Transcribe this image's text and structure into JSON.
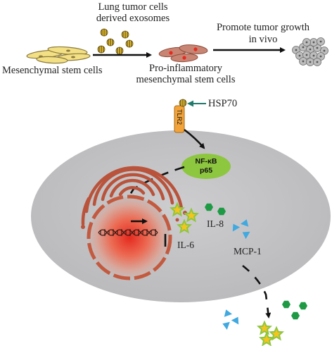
{
  "labels": {
    "exosomes_line1": "Lung tumor cells",
    "exosomes_line2": "derived exosomes",
    "msc": "Mesenchymal stem cells",
    "promote_line1": "Promote tumor growth",
    "promote_line2": "in vivo",
    "proinflam_line1": "Pro-inflammatory",
    "proinflam_line2": "mesenchymal stem cells",
    "hsp70": "HSP70",
    "tlr2": "TLR2",
    "nfkb_line1": "NF-κB",
    "nfkb_line2": "p65",
    "il8": "IL-8",
    "il6": "IL-6",
    "mcp1": "MCP-1"
  },
  "colors": {
    "cell_gray": "#c3c3c5",
    "msc_yellow": "#f3df84",
    "msc_outline": "#8a7a3c",
    "proinflam_cell": "#c98574",
    "nucleus_red": "#e52a1f",
    "er_brown": "#b9533b",
    "nfkb_green": "#8dc63f",
    "il8_green": "#1e9a45",
    "mcp1_blue": "#3fa9e0",
    "il6_yellow": "#f4c41f",
    "tlr2_orange": "#f2a43a",
    "hsp70_arrow": "#1f7a6c",
    "arrow_black": "#111111"
  }
}
